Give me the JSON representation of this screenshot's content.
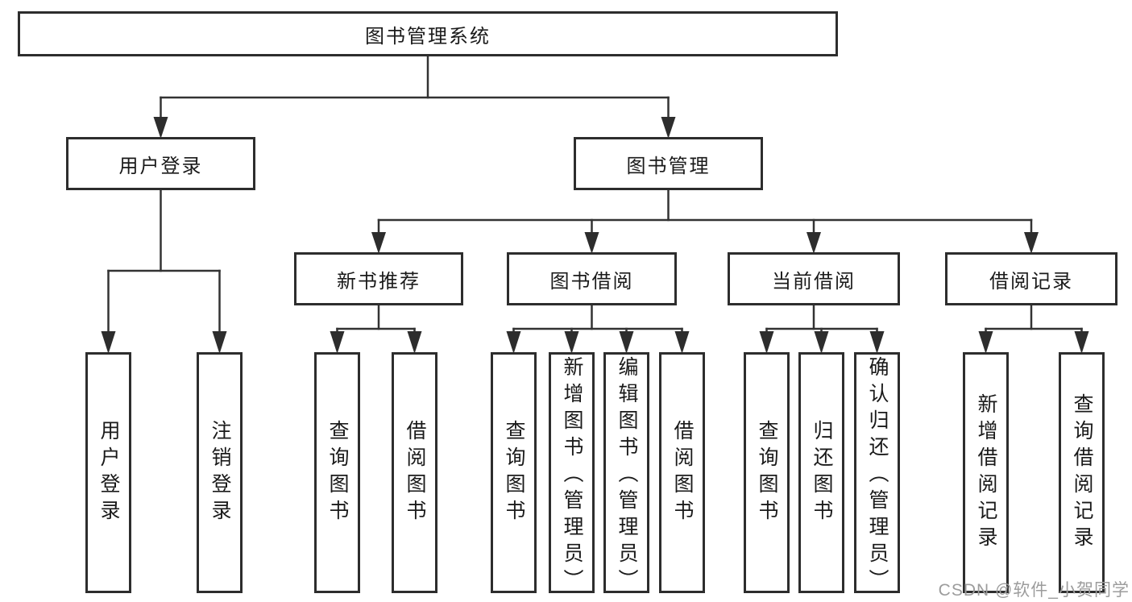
{
  "diagram": {
    "tree": {
      "label": "图书管理系统",
      "children": [
        {
          "label": "用户登录",
          "children": [
            {
              "label": "用户登录"
            },
            {
              "label": "注销登录"
            }
          ]
        },
        {
          "label": "图书管理",
          "children": [
            {
              "label": "新书推荐",
              "children": [
                {
                  "label": "查询图书"
                },
                {
                  "label": "借阅图书"
                }
              ]
            },
            {
              "label": "图书借阅",
              "children": [
                {
                  "label": "查询图书"
                },
                {
                  "label": "新增图书（管理员）"
                },
                {
                  "label": "编辑图书（管理员）"
                },
                {
                  "label": "借阅图书"
                }
              ]
            },
            {
              "label": "当前借阅",
              "children": [
                {
                  "label": "查询图书"
                },
                {
                  "label": "归还图书"
                },
                {
                  "label": "确认归还（管理员）"
                }
              ]
            },
            {
              "label": "借阅记录",
              "children": [
                {
                  "label": "新增借阅记录"
                },
                {
                  "label": "查询借阅记录"
                }
              ]
            }
          ]
        }
      ]
    },
    "colors": {
      "line": "#333333",
      "box_border": "#2d2d2d",
      "box_fill": "#ffffff",
      "text": "#1a1a1a",
      "watermark": "#9c9c9c"
    }
  },
  "watermark": {
    "text": "CSDN @软件_小贺同学"
  }
}
